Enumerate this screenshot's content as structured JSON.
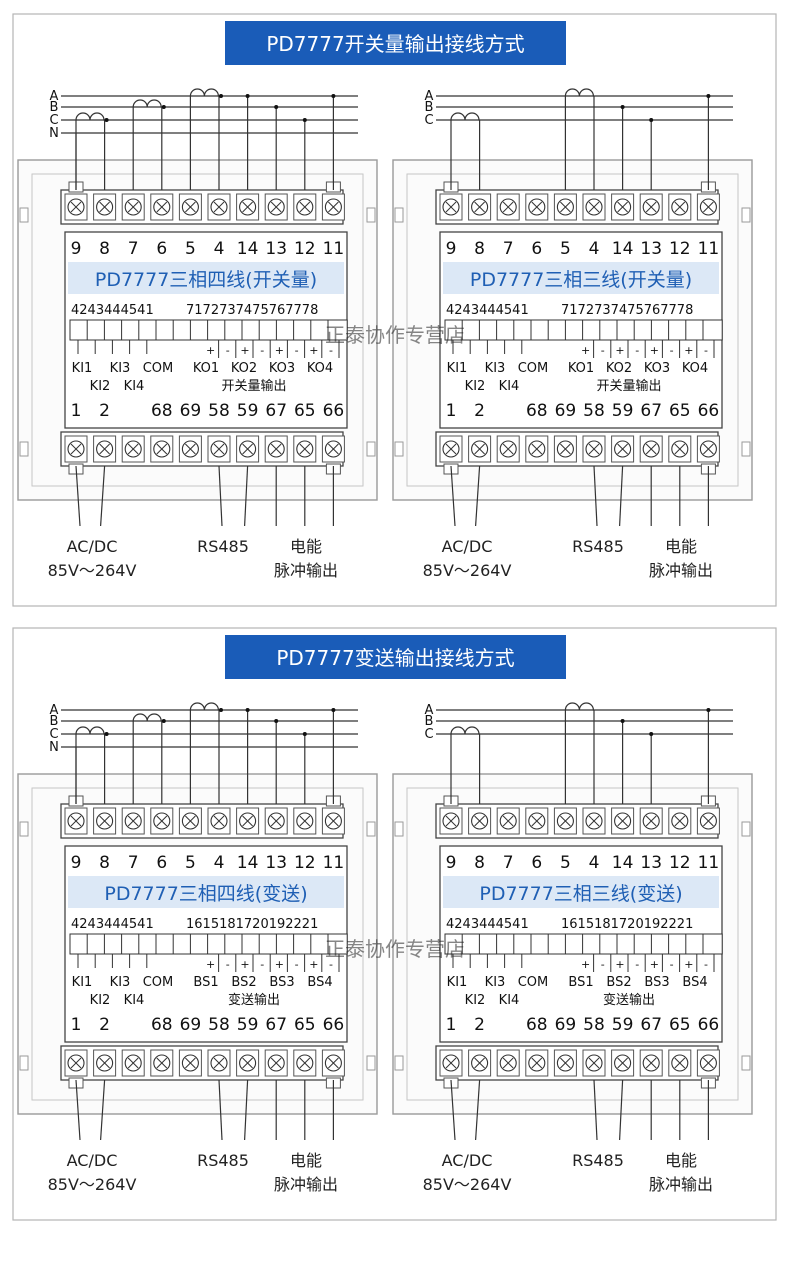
{
  "sections": [
    {
      "title": "PD7777开关量输出接线方式",
      "panels": [
        {
          "phases": [
            "A",
            "B",
            "C",
            "N"
          ],
          "top_terminals": [
            "9",
            "8",
            "7",
            "6",
            "5",
            "4",
            "14",
            "13",
            "12",
            "11"
          ],
          "model_label": "PD7777三相四线(开关量)",
          "io_numbers_left": "4243444541",
          "io_numbers_right": "7172737475767778",
          "signs": [
            "+",
            "-",
            "+",
            "-",
            "+",
            "-",
            "+",
            "-"
          ],
          "inputs": [
            "KI1",
            "KI2",
            "KI3",
            "KI4",
            "COM"
          ],
          "outputs": [
            "KO1",
            "KO2",
            "KO3",
            "KO4"
          ],
          "output_group": "开关量输出",
          "bottom_terminals": [
            "1",
            "2",
            "68",
            "69",
            "58",
            "59",
            "67",
            "65",
            "66"
          ],
          "power": [
            "AC/DC",
            "85V～264V"
          ],
          "rs485": "RS485",
          "pulse": [
            "电能",
            "脉冲输出"
          ]
        },
        {
          "phases": [
            "A",
            "B",
            "C"
          ],
          "top_terminals": [
            "9",
            "8",
            "7",
            "6",
            "5",
            "4",
            "14",
            "13",
            "12",
            "11"
          ],
          "model_label": "PD7777三相三线(开关量)",
          "io_numbers_left": "4243444541",
          "io_numbers_right": "7172737475767778",
          "signs": [
            "+",
            "-",
            "+",
            "-",
            "+",
            "-",
            "+",
            "-"
          ],
          "inputs": [
            "KI1",
            "KI2",
            "KI3",
            "KI4",
            "COM"
          ],
          "outputs": [
            "KO1",
            "KO2",
            "KO3",
            "KO4"
          ],
          "output_group": "开关量输出",
          "bottom_terminals": [
            "1",
            "2",
            "68",
            "69",
            "58",
            "59",
            "67",
            "65",
            "66"
          ],
          "power": [
            "AC/DC",
            "85V～264V"
          ],
          "rs485": "RS485",
          "pulse": [
            "电能",
            "脉冲输出"
          ]
        }
      ]
    },
    {
      "title": "PD7777变送输出接线方式",
      "panels": [
        {
          "phases": [
            "A",
            "B",
            "C",
            "N"
          ],
          "top_terminals": [
            "9",
            "8",
            "7",
            "6",
            "5",
            "4",
            "14",
            "13",
            "12",
            "11"
          ],
          "model_label": "PD7777三相四线(变送)",
          "io_numbers_left": "4243444541",
          "io_numbers_right": "1615181720192221",
          "signs": [
            "+",
            "-",
            "+",
            "-",
            "+",
            "-",
            "+",
            "-"
          ],
          "inputs": [
            "KI1",
            "KI2",
            "KI3",
            "KI4",
            "COM"
          ],
          "outputs": [
            "BS1",
            "BS2",
            "BS3",
            "BS4"
          ],
          "output_group": "变送输出",
          "bottom_terminals": [
            "1",
            "2",
            "68",
            "69",
            "58",
            "59",
            "67",
            "65",
            "66"
          ],
          "power": [
            "AC/DC",
            "85V～264V"
          ],
          "rs485": "RS485",
          "pulse": [
            "电能",
            "脉冲输出"
          ]
        },
        {
          "phases": [
            "A",
            "B",
            "C"
          ],
          "top_terminals": [
            "9",
            "8",
            "7",
            "6",
            "5",
            "4",
            "14",
            "13",
            "12",
            "11"
          ],
          "model_label": "PD7777三相三线(变送)",
          "io_numbers_left": "4243444541",
          "io_numbers_right": "1615181720192221",
          "signs": [
            "+",
            "-",
            "+",
            "-",
            "+",
            "-",
            "+",
            "-"
          ],
          "inputs": [
            "KI1",
            "KI2",
            "KI3",
            "KI4",
            "COM"
          ],
          "outputs": [
            "BS1",
            "BS2",
            "BS3",
            "BS4"
          ],
          "output_group": "变送输出",
          "bottom_terminals": [
            "1",
            "2",
            "68",
            "69",
            "58",
            "59",
            "67",
            "65",
            "66"
          ],
          "power": [
            "AC/DC",
            "85V～264V"
          ],
          "rs485": "RS485",
          "pulse": [
            "电能",
            "脉冲输出"
          ]
        }
      ]
    }
  ],
  "watermark": "正泰协作专营店",
  "colors": {
    "title_bg": "#1a5cb8",
    "model_label_bg": "#dce8f6",
    "model_label_text": "#1f5fb4",
    "frame": "#9a9a9a",
    "line": "#333333"
  }
}
